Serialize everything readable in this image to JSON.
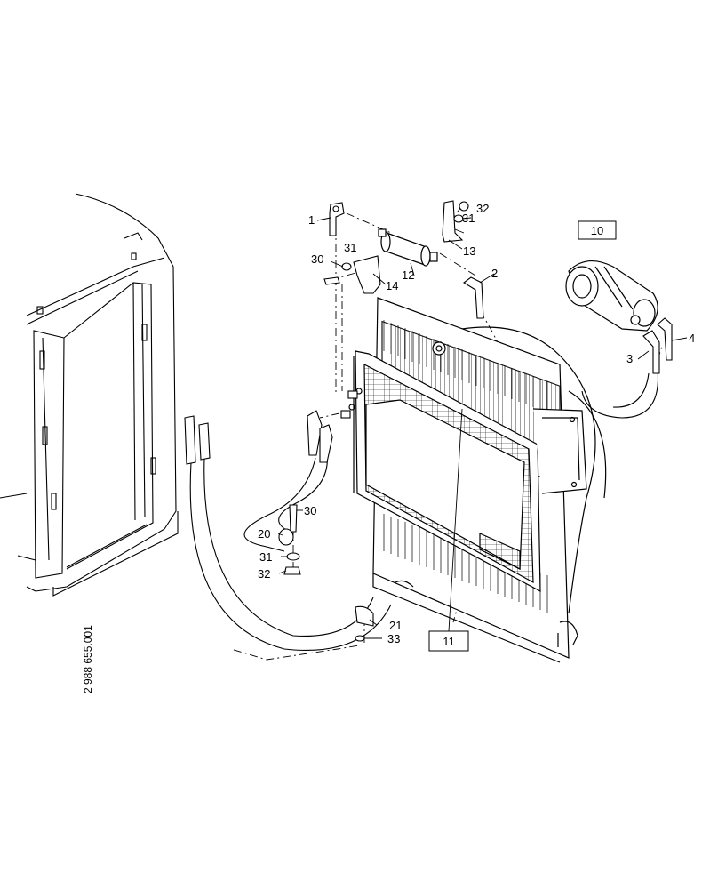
{
  "drawing_number": "2 988 655.001",
  "boxed_callouts": [
    "10",
    "11"
  ],
  "callouts": [
    "1",
    "2",
    "3",
    "4",
    "12",
    "13",
    "14",
    "20",
    "21",
    "30",
    "31",
    "32",
    "33"
  ],
  "colors": {
    "line": "#000000",
    "background": "#ffffff"
  }
}
